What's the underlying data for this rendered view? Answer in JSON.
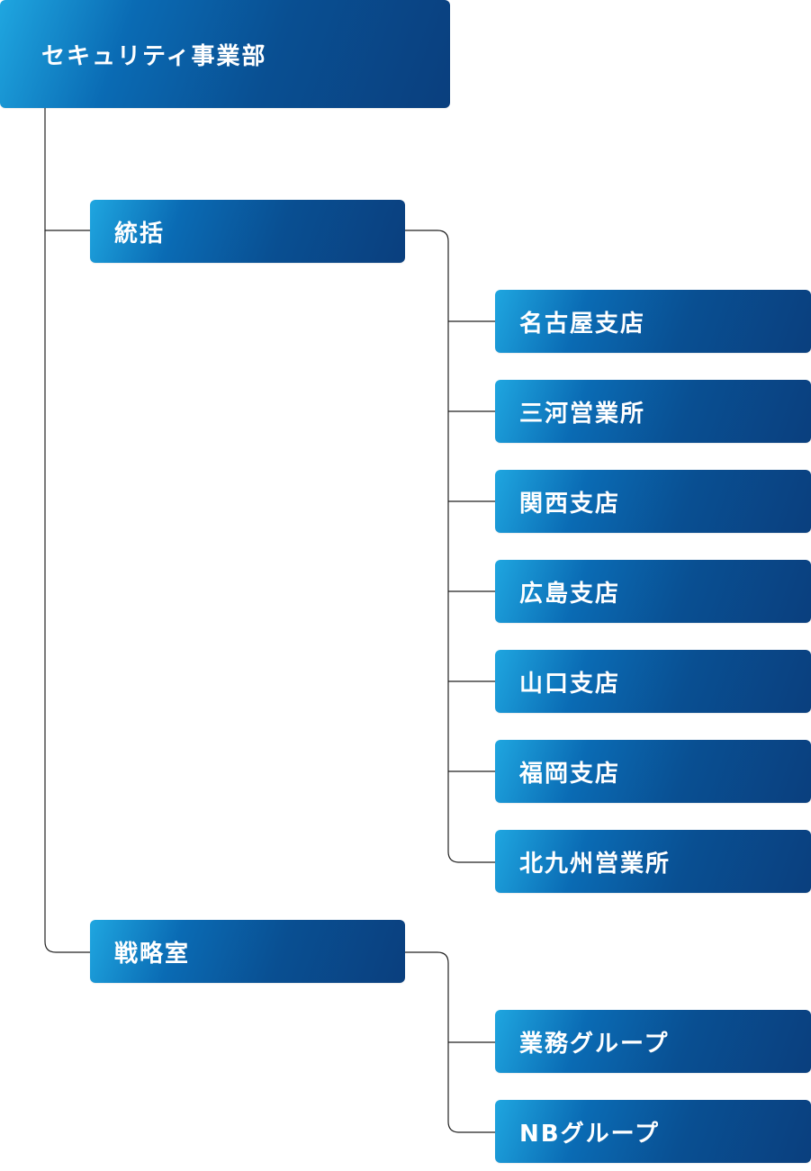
{
  "org_chart": {
    "root": {
      "label": "セキュリティ事業部"
    },
    "groups": [
      {
        "label": "統括",
        "children": [
          {
            "label": "名古屋支店"
          },
          {
            "label": "三河営業所"
          },
          {
            "label": "関西支店"
          },
          {
            "label": "広島支店"
          },
          {
            "label": "山口支店"
          },
          {
            "label": "福岡支店"
          },
          {
            "label": "北九州営業所"
          }
        ]
      },
      {
        "label": "戦略室",
        "children": [
          {
            "label": "業務グループ"
          },
          {
            "label": "NBグループ"
          }
        ]
      }
    ],
    "colors": {
      "node_gradient_start": "#1fa6e0",
      "node_gradient_end": "#0a3f7e",
      "connector": "#222222",
      "text": "#ffffff"
    }
  }
}
